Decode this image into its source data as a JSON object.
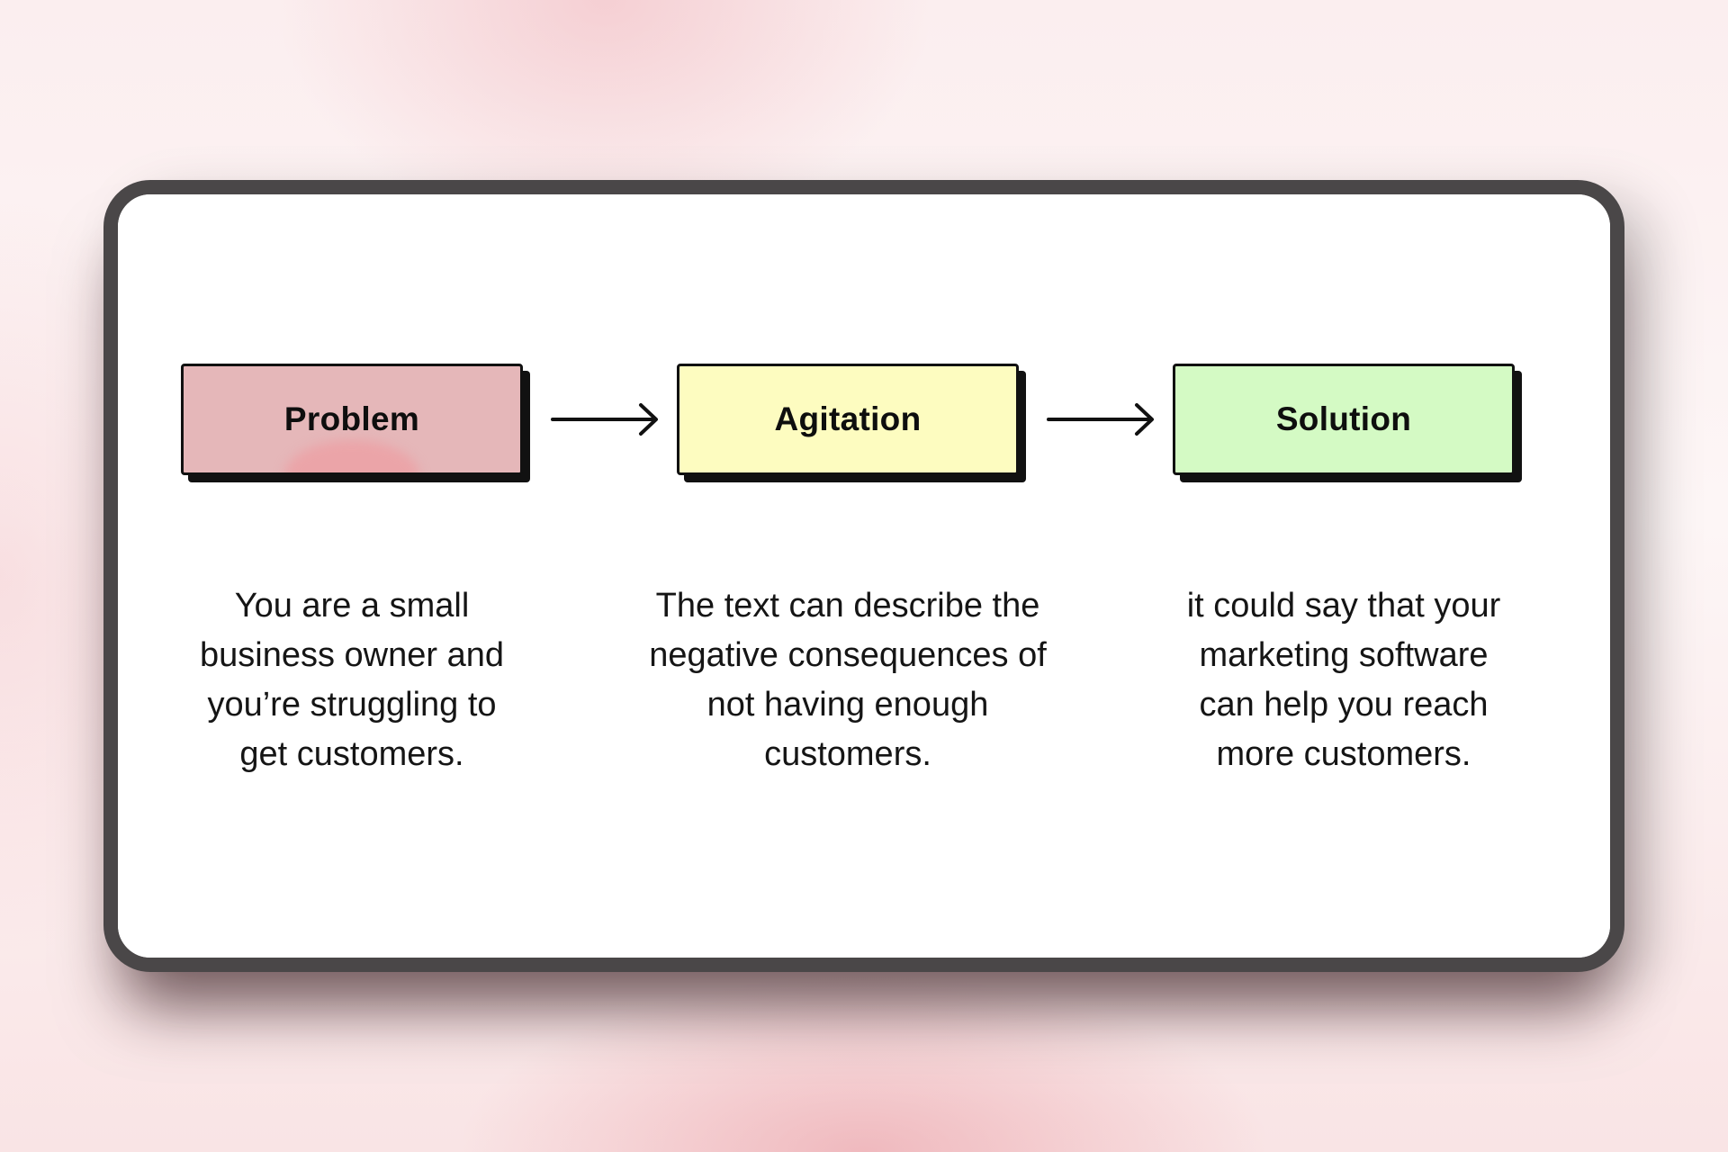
{
  "diagram": {
    "steps": [
      {
        "label": "Problem",
        "color": "#e5b7b9",
        "description": "You are a small\nbusiness owner and\nyou’re struggling to\nget customers."
      },
      {
        "label": "Agitation",
        "color": "#fdfcc0",
        "description": "The text can describe the\nnegative consequences of\nnot having enough\ncustomers."
      },
      {
        "label": "Solution",
        "color": "#d4fac4",
        "description": "it could say that your\nmarketing software\ncan help you reach\nmore customers."
      }
    ],
    "arrow_icon": "arrow-right-icon"
  }
}
